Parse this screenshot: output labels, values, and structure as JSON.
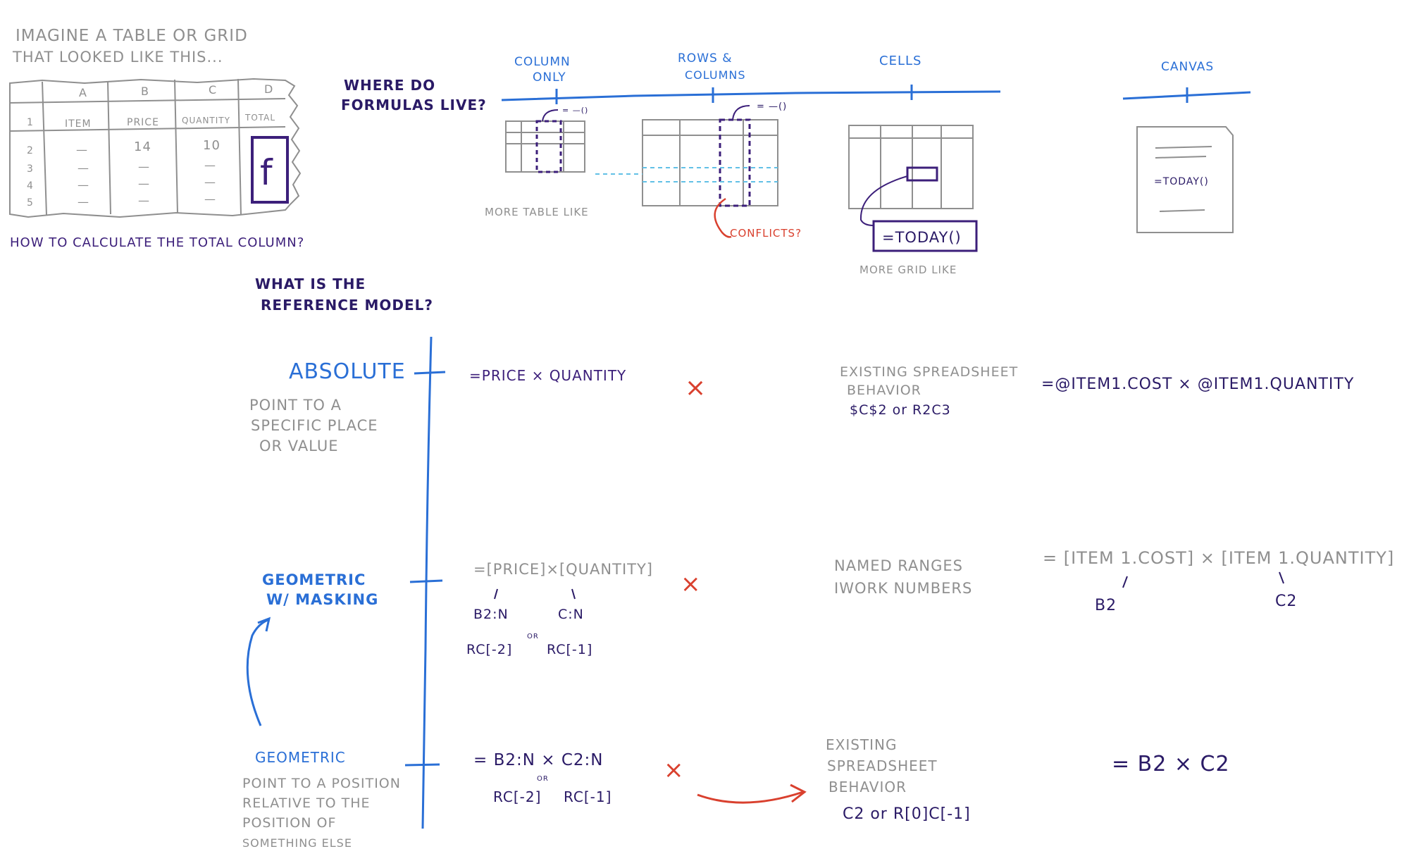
{
  "colors": {
    "blue": "#2a6fd6",
    "navy": "#2a1a66",
    "purple": "#3c1f7a",
    "gray": "#8f8f8f",
    "red": "#d9402e",
    "cyan": "#62c0e6"
  },
  "intro": {
    "line1": "IMAGINE A TABLE OR GRID",
    "line2": "THAT LOOKED LIKE THIS...",
    "caption": "HOW TO CALCULATE THE TOTAL COLUMN?"
  },
  "grid": {
    "columns": [
      "A",
      "B",
      "C",
      "D"
    ],
    "row_numbers": [
      "1",
      "2",
      "3",
      "4",
      "5"
    ],
    "headers": [
      "ITEM",
      "PRICE",
      "QUANTITY",
      "TOTAL"
    ],
    "row2": [
      "—",
      "14",
      "10"
    ],
    "dash": "—",
    "formula_symbol": "f"
  },
  "where": {
    "question_line1": "WHERE DO",
    "question_line2": "FORMULAS LIVE?",
    "axis_labels": {
      "column_only_1": "COLUMN",
      "column_only_2": "ONLY",
      "rows_columns_1": "ROWS &",
      "rows_columns_2": "COLUMNS",
      "cells": "CELLS",
      "canvas": "CANVAS"
    },
    "more_table_like": "MORE TABLE LIKE",
    "conflicts": "CONFLICTS?",
    "today_formula": "=TODAY()",
    "more_grid_like": "MORE GRID LIKE",
    "canvas_formula": "=TODAY()",
    "small_formula": "= —()"
  },
  "reference": {
    "question_line1": "WHAT IS THE",
    "question_line2": "REFERENCE MODEL?",
    "absolute": {
      "label": "ABSOLUTE",
      "desc1": "POINT TO A",
      "desc2": "SPECIFIC PLACE",
      "desc3": "OR VALUE",
      "formula": "=PRICE × QUANTITY",
      "mark": "×",
      "note1": "EXISTING SPREADSHEET",
      "note2": "BEHAVIOR",
      "note3": "$C$2 or R2C3",
      "example": "=@ITEM1.COST × @ITEM1.QUANTITY"
    },
    "masking": {
      "label1": "GEOMETRIC",
      "label2": "W/ MASKING",
      "formula": "=[PRICE]×[QUANTITY]",
      "sub1": "B2:N",
      "sub2": "C:N",
      "sub3": "RC[-2]",
      "or": "OR",
      "sub4": "RC[-1]",
      "mark": "×",
      "note1": "NAMED RANGES",
      "note2": "IWORK NUMBERS",
      "example": "= [ITEM 1.COST] × [ITEM 1.QUANTITY]",
      "ex_sub1": "B2",
      "ex_sub2": "C2"
    },
    "geometric": {
      "label": "GEOMETRIC",
      "desc1": "POINT TO A POSITION",
      "desc2": "RELATIVE TO THE",
      "desc3": "POSITION OF",
      "desc4": "SOMETHING ELSE",
      "formula": "= B2:N × C2:N",
      "or": "OR",
      "sub1": "RC[-2]",
      "sub2": "RC[-1]",
      "mark": "×",
      "note1": "EXISTING",
      "note2": "SPREADSHEET",
      "note3": "BEHAVIOR",
      "note4": "C2 or R[0]C[-1]",
      "example": "= B2 × C2"
    }
  }
}
